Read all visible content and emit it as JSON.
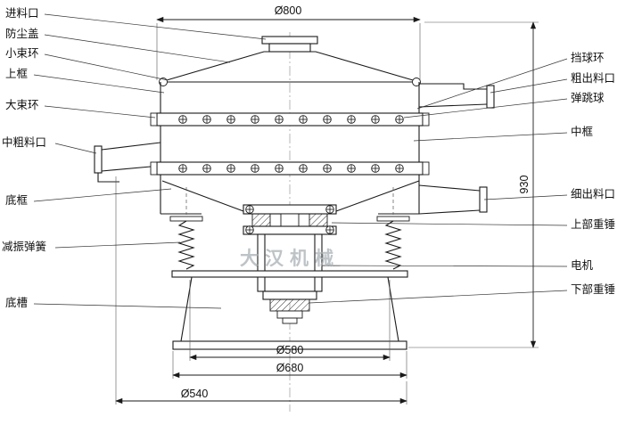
{
  "watermark": "大汉机械",
  "labels_left": [
    {
      "text": "进料口"
    },
    {
      "text": "防尘盖"
    },
    {
      "text": "小束环"
    },
    {
      "text": "上框"
    },
    {
      "text": "大束环"
    },
    {
      "text": "中粗料口"
    },
    {
      "text": "底框"
    },
    {
      "text": "减振弹簧"
    },
    {
      "text": "底槽"
    }
  ],
  "labels_right": [
    {
      "text": "挡球环"
    },
    {
      "text": "粗出料口"
    },
    {
      "text": "弹跳球"
    },
    {
      "text": "中框"
    },
    {
      "text": "细出料口"
    },
    {
      "text": "上部重锤"
    },
    {
      "text": "电机"
    },
    {
      "text": "下部重锤"
    }
  ],
  "dimensions": {
    "top_diameter": "Ø800",
    "overall_height": "930",
    "base_top_diameter": "Ø580",
    "base_flange_diameter": "Ø680",
    "base_bottom_diameter": "Ø540"
  },
  "colors": {
    "line": "#1a1a1a",
    "watermark": "#a9b0b5"
  }
}
